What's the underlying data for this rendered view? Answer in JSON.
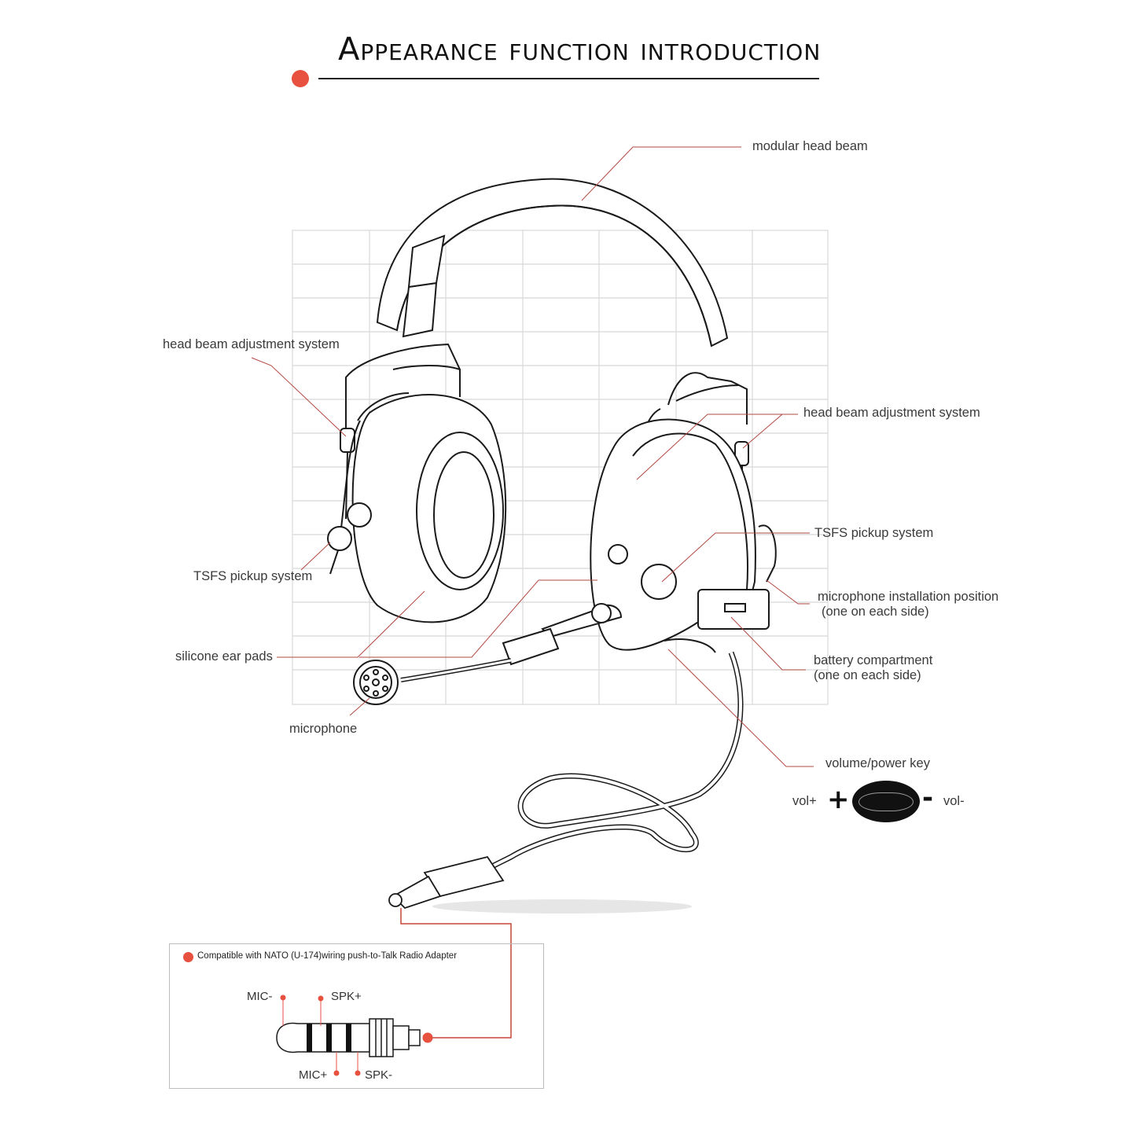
{
  "title": "Appearance function introduction",
  "accent_color": "#e8503f",
  "labels": {
    "modular_head_beam": "modular head beam",
    "head_beam_adjustment_left": "head beam adjustment system",
    "head_beam_adjustment_right": "head beam adjustment system",
    "tsfs_left": "TSFS pickup system",
    "tsfs_right": "TSFS pickup system",
    "silicone_ear_pads": "silicone ear pads",
    "microphone": "microphone",
    "mic_install_line1": "microphone installation position",
    "mic_install_line2": "(one on each side)",
    "battery_line1": "battery compartment",
    "battery_line2": "(one on each side)",
    "volume_power_key": "volume/power key"
  },
  "volume_key": {
    "vol_plus": "vol+",
    "vol_minus": "vol-",
    "plus_sign": "+",
    "minus_sign": "-"
  },
  "nato_adapter": {
    "title": "Compatible with NATO (U-174)wiring push-to-Talk Radio Adapter",
    "pins": {
      "mic_minus": "MIC-",
      "spk_plus": "SPK+",
      "mic_plus": "MIC+",
      "spk_minus": "SPK-"
    }
  }
}
